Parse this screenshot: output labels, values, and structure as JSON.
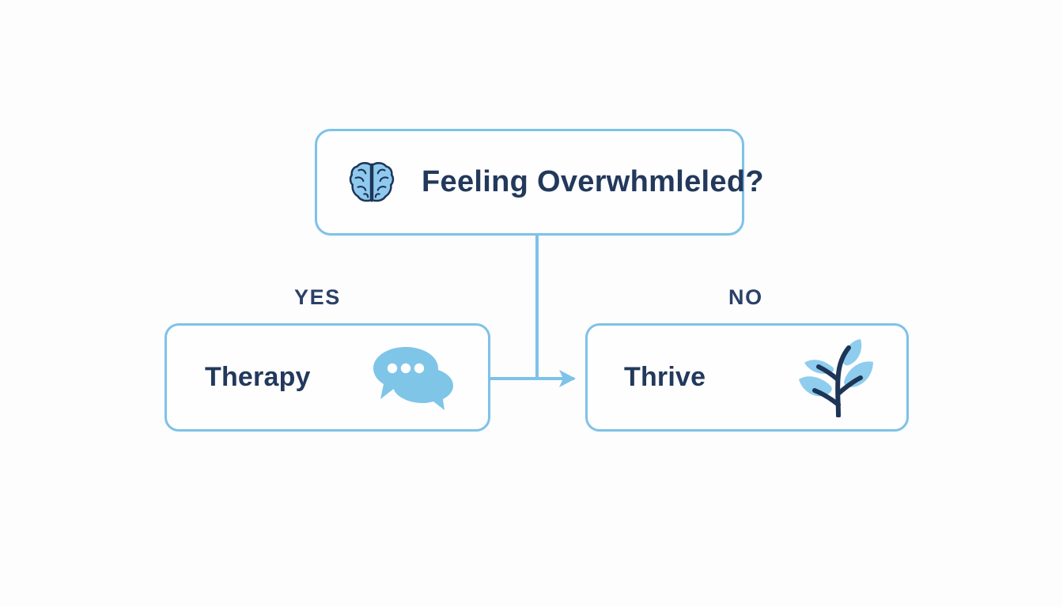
{
  "canvas": {
    "background_color": "#fcfcfd",
    "accent_color": "#7ec2e8",
    "text_color": "#22395c"
  },
  "flowchart": {
    "title_node": {
      "label": "Feeling Overwhmleled?",
      "icon": "brain-icon"
    },
    "branches": [
      {
        "label": "YES"
      },
      {
        "label": "NO"
      }
    ],
    "nodes": [
      {
        "id": "therapy",
        "label": "Therapy",
        "icon": "chat-bubbles-icon"
      },
      {
        "id": "thrive",
        "label": "Thrive",
        "icon": "plant-sprout-icon"
      }
    ]
  }
}
